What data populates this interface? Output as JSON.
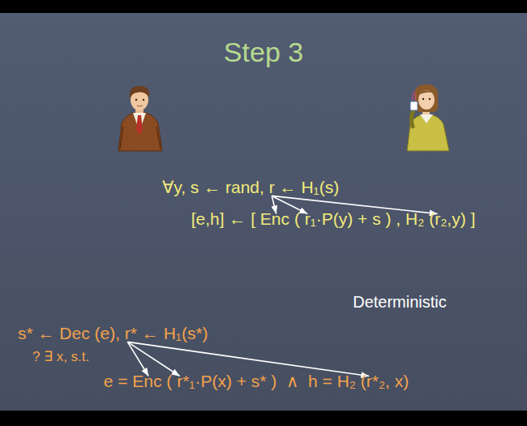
{
  "diagram": {
    "title": "Step 3",
    "labels": [
      "∀y, s ← rand, r ← H₁(s)",
      "[e,h] ← [ Enc ( r₁·P(y) + s ) , H₂ (r₂,y) ]",
      "Deterministic",
      "s* ← Dec (e), r* ← H₁(s*)",
      "? ∃ x, s.t.",
      "e = Enc ( r*₁·P(x) + s* )  ∧  h = H₂ (r*₂, x)"
    ]
  }
}
